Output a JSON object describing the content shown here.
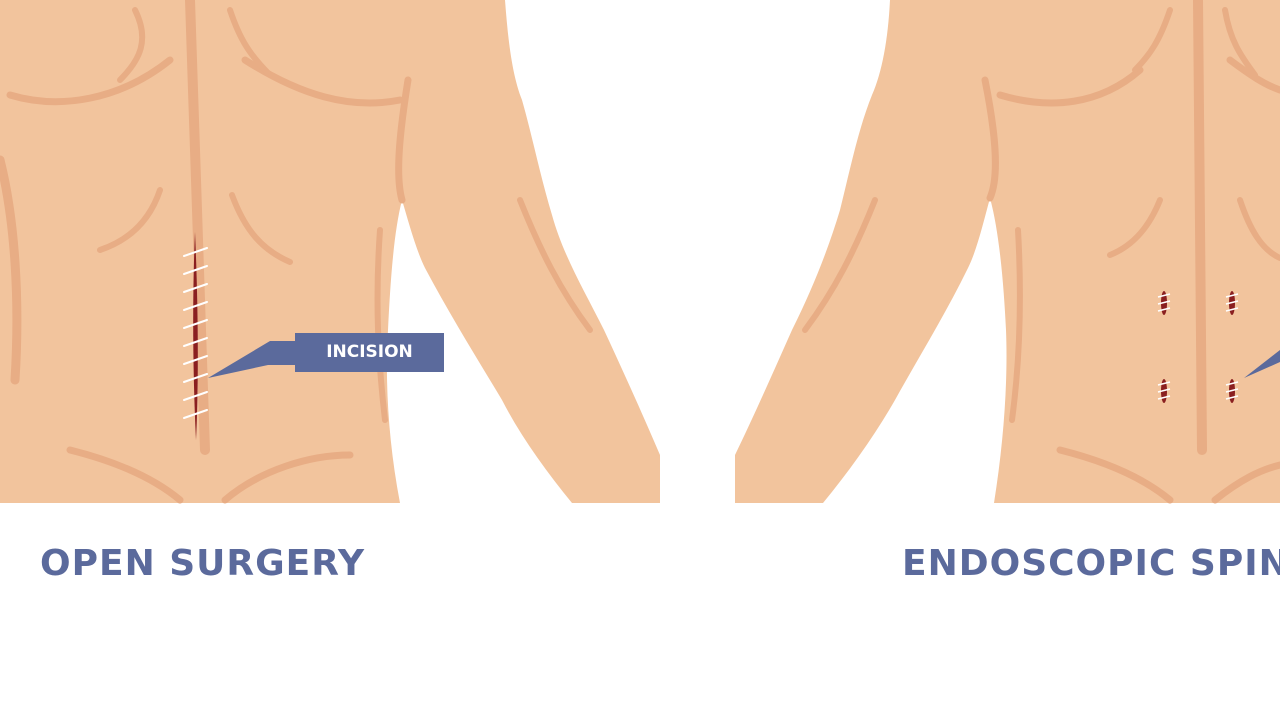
{
  "labels": {
    "left_title": "OPEN SURGERY",
    "right_title": "ENDOSCOPIC SPIN",
    "callout": "INCISION"
  },
  "colors": {
    "skin": "#f2c49d",
    "skin_shadow": "#e8ad85",
    "accent": "#5b6a9c",
    "incision": "#8a1f20",
    "stitch": "#ffffff",
    "background": "#ffffff"
  }
}
